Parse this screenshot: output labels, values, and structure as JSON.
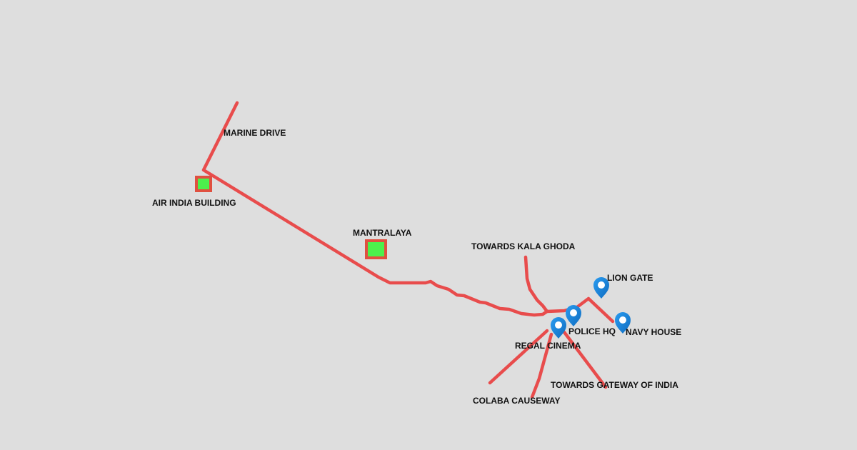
{
  "colors": {
    "background": "#dedede",
    "route": "#e84c4c",
    "building_fill": "#4cf04c",
    "building_border": "#e05040",
    "pin": "#1a86d8"
  },
  "routes": [
    {
      "name": "marine-drive-route"
    },
    {
      "name": "kala-ghoda-route"
    },
    {
      "name": "colaba-causeway-route"
    },
    {
      "name": "colaba-causeway-route-2"
    },
    {
      "name": "gateway-route"
    }
  ],
  "buildings": [
    {
      "id": "air-india-building",
      "label": "AIR INDIA BUILDING"
    },
    {
      "id": "mantralaya",
      "label": "MANTRALAYA"
    }
  ],
  "pins": [
    {
      "id": "lion-gate",
      "label": "LION GATE",
      "icon": "map-pin-icon"
    },
    {
      "id": "police-hq",
      "label": "POLICE HQ",
      "icon": "map-pin-icon"
    },
    {
      "id": "regal-cinema",
      "label": "REGAL CINEMA",
      "icon": "map-pin-icon"
    },
    {
      "id": "navy-house",
      "label": "NAVY HOUSE",
      "icon": "map-pin-icon"
    }
  ],
  "road_labels": {
    "marine_drive": "MARINE DRIVE",
    "kala_ghoda": "TOWARDS KALA GHODA",
    "gateway": "TOWARDS GATEWAY OF INDIA",
    "colaba": "COLABA CAUSEWAY"
  }
}
